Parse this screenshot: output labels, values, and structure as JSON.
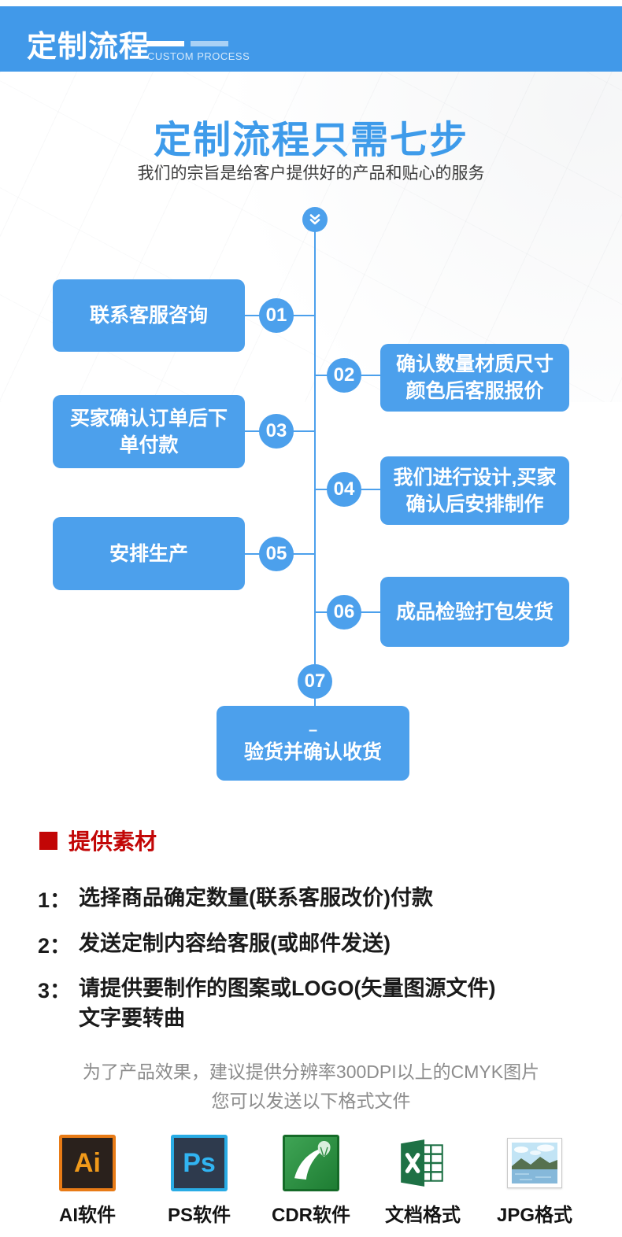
{
  "header": {
    "title": "定制流程",
    "subtitle": "CUSTOM PROCESS"
  },
  "hero": {
    "title": "定制流程只需七步",
    "subtitle": "我们的宗旨是给客户提供好的产品和贴心的服务"
  },
  "flow": {
    "steps": [
      {
        "num": "01",
        "line1": "联系客服咨询",
        "line2": ""
      },
      {
        "num": "02",
        "line1": "确认数量材质尺寸",
        "line2": "颜色后客服报价"
      },
      {
        "num": "03",
        "line1": "买家确认订单后下",
        "line2": "单付款"
      },
      {
        "num": "04",
        "line1": "我们进行设计,买家",
        "line2": "确认后安排制作"
      },
      {
        "num": "05",
        "line1": "安排生产",
        "line2": ""
      },
      {
        "num": "06",
        "line1": "成品检验打包发货",
        "line2": ""
      },
      {
        "num": "07",
        "line1": "–",
        "line2": "验货并确认收货"
      }
    ]
  },
  "materials": {
    "heading": "提供素材",
    "items": [
      {
        "num": "1：",
        "line1": "选择商品确定数量(联系客服改价)付款",
        "line2": ""
      },
      {
        "num": "2：",
        "line1": "发送定制内容给客服(或邮件发送)",
        "line2": ""
      },
      {
        "num": "3：",
        "line1": "请提供要制作的图案或LOGO(矢量图源文件)",
        "line2": "文字要转曲"
      }
    ],
    "note_line1": "为了产品效果，建议提供分辨率300DPI以上的CMYK图片",
    "note_line2": "您可以发送以下格式文件"
  },
  "formats": [
    {
      "label": "AI软件",
      "icon": "adobe-illustrator-icon",
      "glyph": "Ai"
    },
    {
      "label": "PS软件",
      "icon": "photoshop-icon",
      "glyph": "Ps"
    },
    {
      "label": "CDR软件",
      "icon": "coreldraw-icon"
    },
    {
      "label": "文档格式",
      "icon": "excel-document-icon"
    },
    {
      "label": "JPG格式",
      "icon": "jpg-image-icon"
    }
  ],
  "colors": {
    "accent_blue": "#4CA0EC",
    "header_blue": "#4199E9",
    "title_blue": "#3E9BEA",
    "heading_red": "#C20606"
  }
}
